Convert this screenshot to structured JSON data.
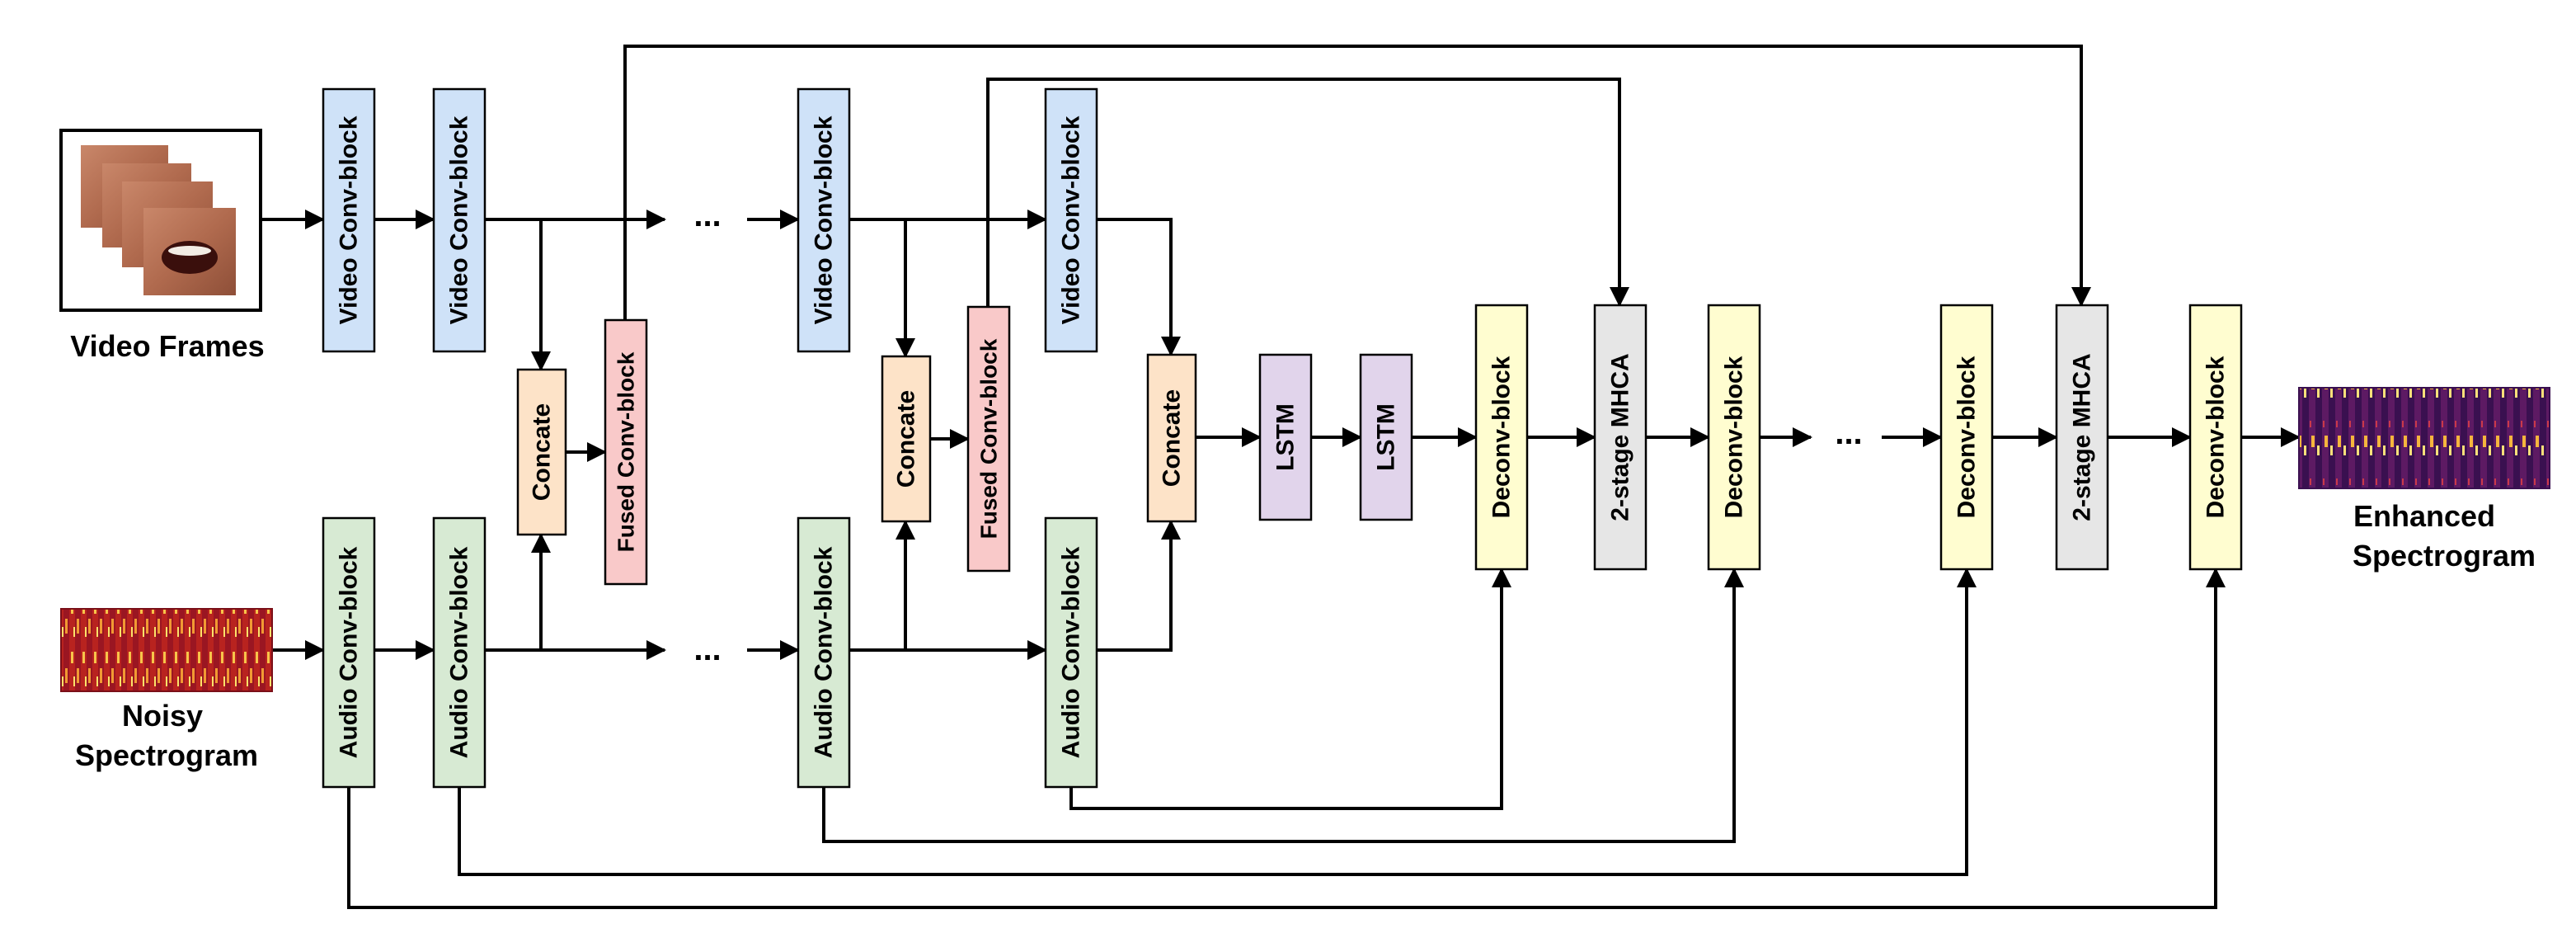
{
  "inputs": {
    "video": "Video Frames",
    "noisy_line1": "Noisy",
    "noisy_line2": "Spectrogram"
  },
  "output": {
    "line1": "Enhanced",
    "line2": "Spectrogram"
  },
  "ellipsis": "...",
  "blocks": {
    "video_conv": "Video Conv-block",
    "audio_conv": "Audio Conv-block",
    "concat": "Concate",
    "fused_conv": "Fused Conv-block",
    "lstm": "LSTM",
    "deconv": "Deconv-block",
    "mhca": "2-stage MHCA"
  },
  "colors": {
    "video_block": "#cfe2f8",
    "audio_block": "#d7ead3",
    "concat_block": "#fde3c8",
    "fused_block": "#f9c9c9",
    "lstm_block": "#e1d4eb",
    "deconv_block": "#fffdd0",
    "mhca_block": "#e6e6e6"
  }
}
